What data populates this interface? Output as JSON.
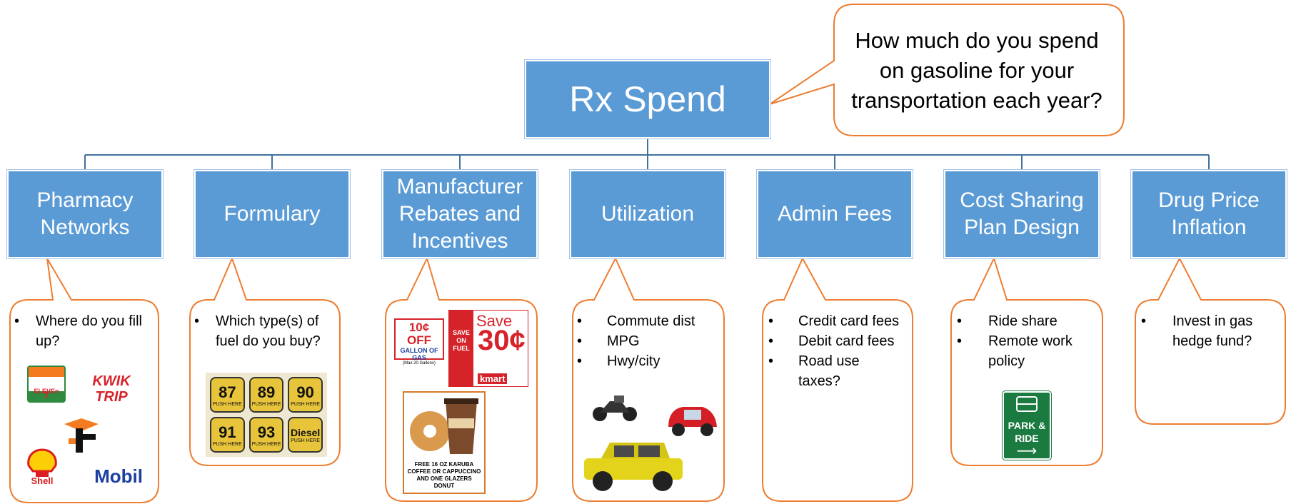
{
  "root": {
    "label": "Rx Spend"
  },
  "question": "How much do you spend on gasoline for your transportation each year?",
  "categories": [
    {
      "label": "Pharmacy Networks",
      "bullets": [
        "Where do you fill up?"
      ]
    },
    {
      "label": "Formulary",
      "bullets": [
        "Which type(s) of fuel do you buy?"
      ]
    },
    {
      "label": "Manufacturer Rebates and Incentives",
      "bullets": []
    },
    {
      "label": "Utilization",
      "bullets": [
        "Commute dist",
        "MPG",
        "Hwy/city"
      ]
    },
    {
      "label": "Admin Fees",
      "bullets": [
        "Credit card fees",
        "Debit card fees",
        "Road use taxes?"
      ]
    },
    {
      "label": "Cost Sharing Plan Design",
      "bullets": [
        "Ride share",
        "Remote work policy"
      ]
    },
    {
      "label": "Drug Price Inflation",
      "bullets": [
        "Invest in gas hedge fund?"
      ]
    }
  ],
  "logos": {
    "seven_eleven": "ELEVEn",
    "kwik_trip": "KWIK TRIP",
    "shell": "Shell",
    "mobil": "Mobil"
  },
  "pumps": [
    {
      "number": "87",
      "caption": "PUSH HERE"
    },
    {
      "number": "89",
      "caption": "PUSH HERE"
    },
    {
      "number": "90",
      "caption": "PUSH HERE"
    },
    {
      "number": "91",
      "caption": "PUSH HERE"
    },
    {
      "number": "93",
      "caption": "PUSH HERE"
    },
    {
      "number": "Diesel",
      "caption": "PUSH HERE"
    }
  ],
  "coupons": {
    "gas_off": "10¢ OFF",
    "gas_off_sub": "GALLON OF GAS",
    "gas_off_note": "(Max 20 Gallons)",
    "kmart_save": "Save",
    "kmart_amount": "30¢",
    "kmart_fuel": "SAVE ON FUEL",
    "kmart_brand": "kmart",
    "karuba": "FREE 16 OZ KARUBA COFFEE OR CAPPUCCINO AND ONE GLAZERS DONUT"
  },
  "park_ride": "PARK & RIDE",
  "colors": {
    "box": "#5b9bd5",
    "bubble_border": "#ed7d31",
    "connector": "#41719c"
  }
}
